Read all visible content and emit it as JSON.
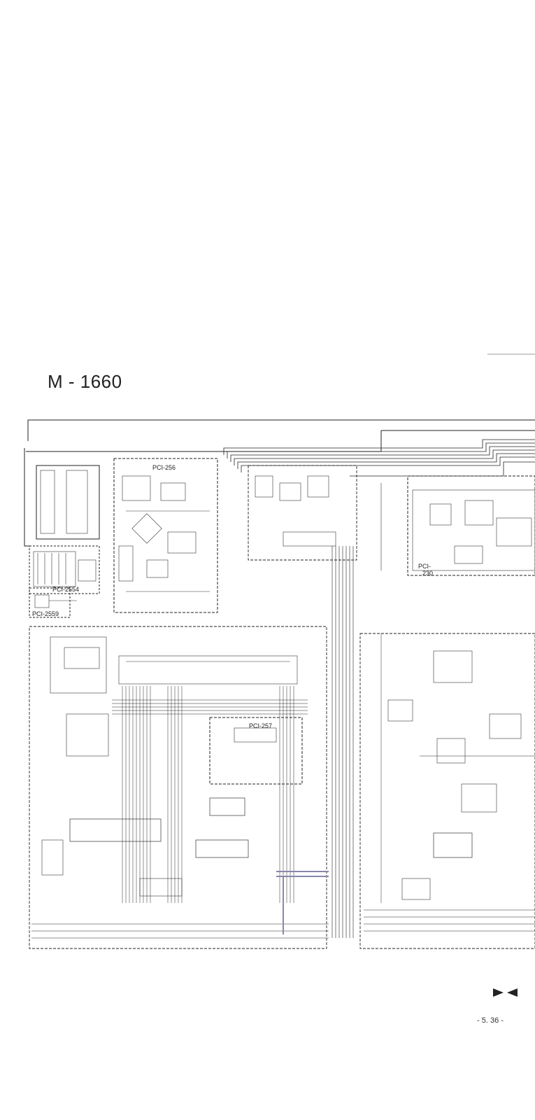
{
  "document": {
    "model_title": "M - 1660",
    "page_number": "- 5. 36 -"
  },
  "boards": [
    {
      "id": "pci-256",
      "label": "PCI-256"
    },
    {
      "id": "pci-257",
      "label": "PCI-257"
    },
    {
      "id": "pci-2554",
      "label": "PCI-2554"
    },
    {
      "id": "pci-2559",
      "label": "PCI-2559"
    },
    {
      "id": "pci-230",
      "label": "PCI-\n230"
    }
  ]
}
